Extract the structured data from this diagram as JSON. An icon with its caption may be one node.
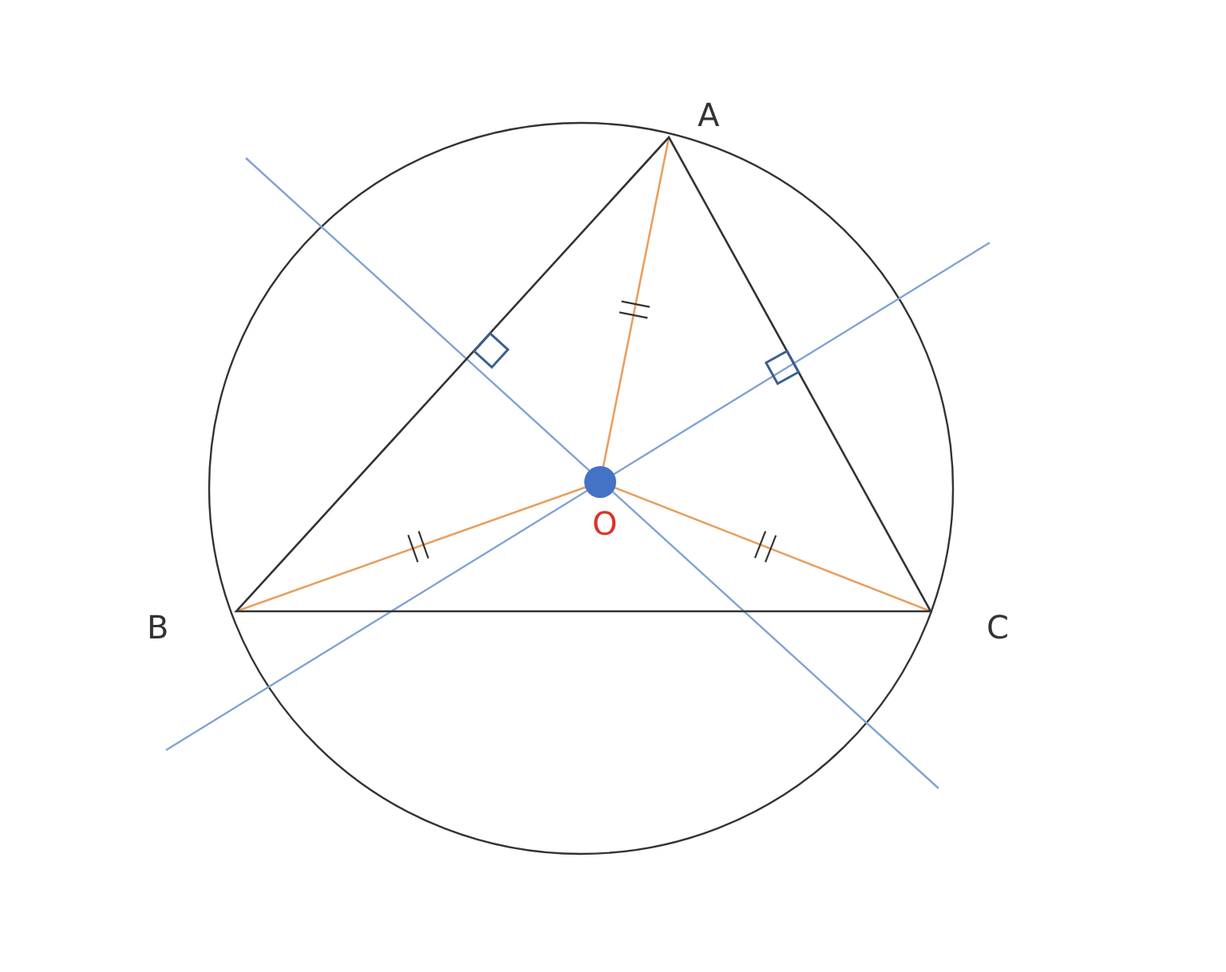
{
  "diagram": {
    "labels": [
      "A",
      "O",
      "B",
      "C"
    ]
  }
}
